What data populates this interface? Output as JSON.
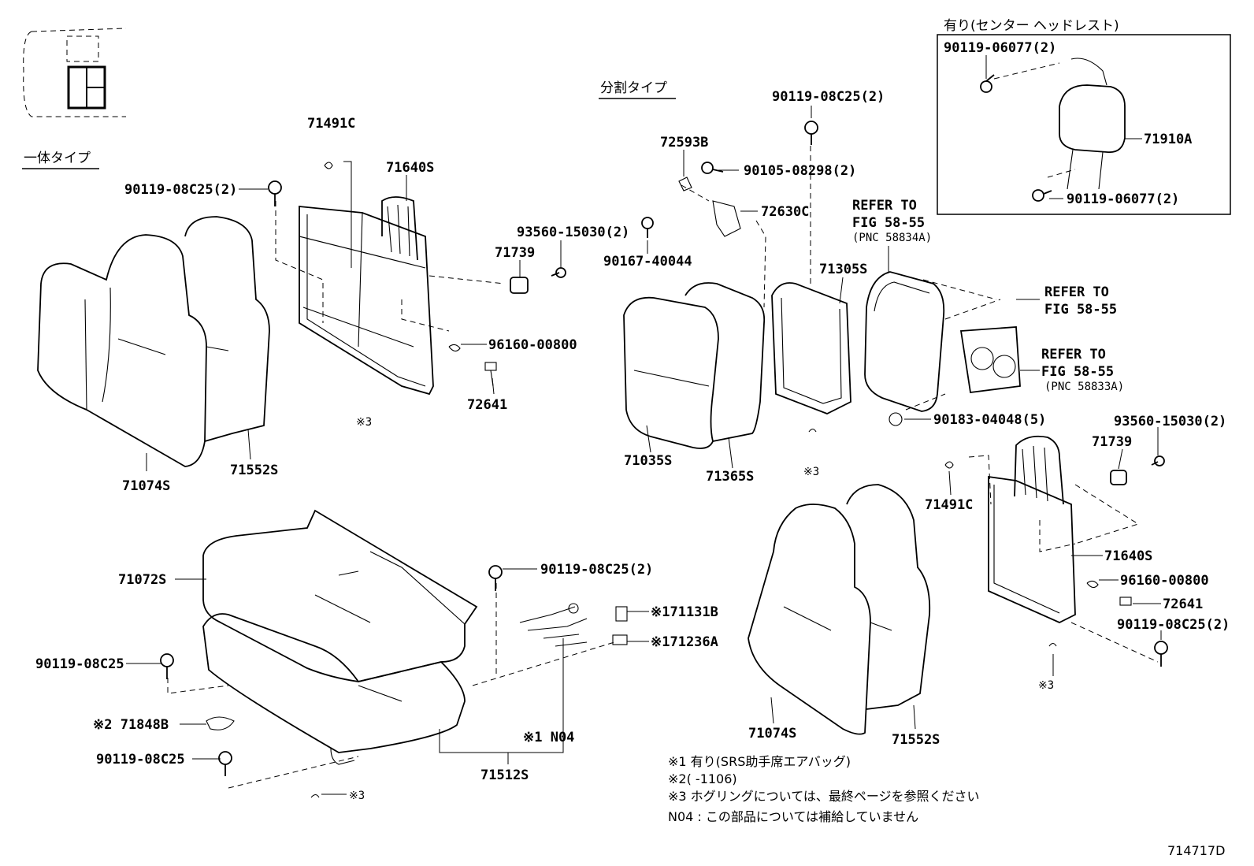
{
  "headers": {
    "single_type": "一体タイプ",
    "split_type": "分割タイプ",
    "center_headrest": "有り(センター ヘッドレスト)"
  },
  "labels": {
    "p71491C_a": "71491C",
    "p71640S_a": "71640S",
    "p90119_08C25_2_a": "90119-08C25(2)",
    "p93560_15030_2_a": "93560-15030(2)",
    "p71739_a": "71739",
    "p96160_00800_a": "96160-00800",
    "p72641_a": "72641",
    "p71074S_a": "71074S",
    "p71552S_a": "71552S",
    "p71072S": "71072S",
    "p90119_08C25_2_b": "90119-08C25(2)",
    "p71131B": "※171131B",
    "p71236A": "※171236A",
    "p90119_08C25_a": "90119-08C25",
    "p71848B": "※2 71848B",
    "p90119_08C25_b": "90119-08C25",
    "pN04": "※1 N04",
    "p71512S": "71512S",
    "p90119_08C25_2_c": "90119-08C25(2)",
    "p72593B": "72593B",
    "p90105_08298_2": "90105-08298(2)",
    "p72630C": "72630C",
    "p90167_40044": "90167-40044",
    "p71305S": "71305S",
    "p71035S": "71035S",
    "p71365S": "71365S",
    "p90183_04048_5": "90183-04048(5)",
    "p93560_15030_2_b": "93560-15030(2)",
    "p71739_b": "71739",
    "p71491C_b": "71491C",
    "p71640S_b": "71640S",
    "p96160_00800_b": "96160-00800",
    "p72641_b": "72641",
    "p90119_08C25_2_d": "90119-08C25(2)",
    "p71074S_b": "71074S",
    "p71552S_b": "71552S",
    "p90119_06077_2_a": "90119-06077(2)",
    "p71910A": "71910A",
    "p90119_06077_2_b": "90119-06077(2)",
    "ref1_line1": "REFER TO",
    "ref1_line2": "FIG 58-55",
    "ref1_line3": "(PNC 58834A)",
    "ref2_line1": "REFER TO",
    "ref2_line2": "FIG 58-55",
    "ref3_line1": "REFER TO",
    "ref3_line2": "FIG 58-55",
    "ref3_line3": "(PNC 58833A)",
    "note3_a": "※3",
    "note3_b": "※3",
    "note3_c": "※3",
    "note3_d": "※3"
  },
  "notes": {
    "n1": "※1 有り(SRS助手席エアバッグ)",
    "n2": "※2(     -1106)",
    "n3": "※3  ホグリングについては、最終ページを参照ください",
    "n4": "N04 : この部品については補給していません"
  },
  "diagram_id": "714717D"
}
